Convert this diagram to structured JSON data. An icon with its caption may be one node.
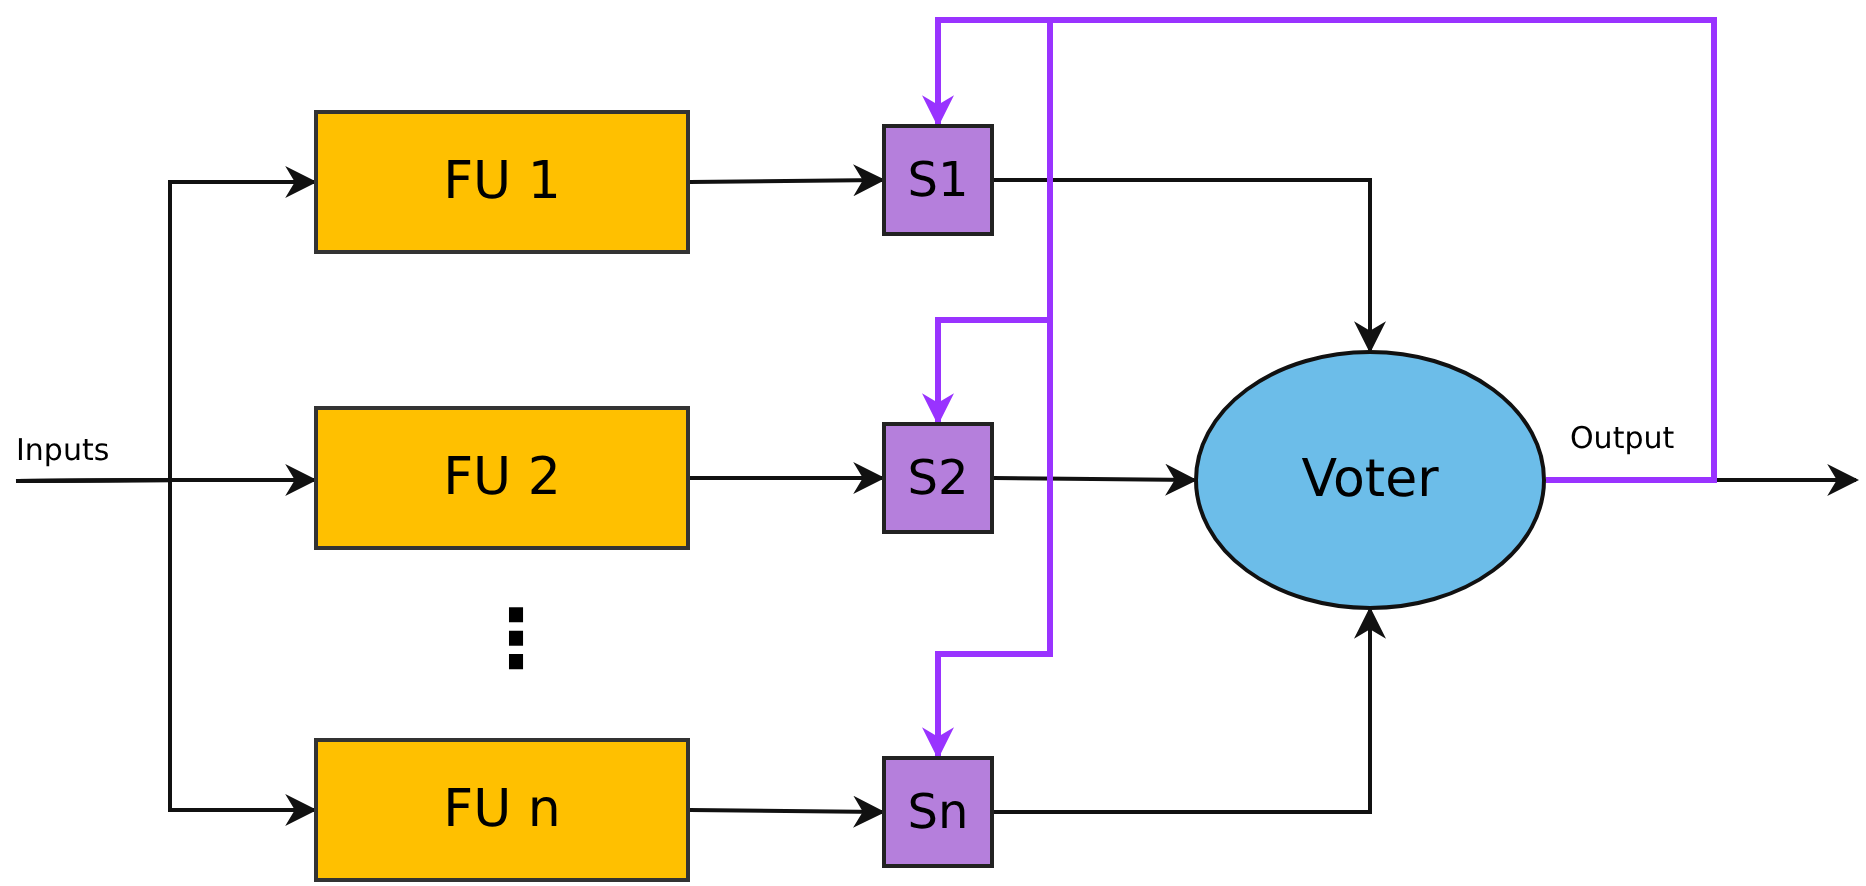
{
  "diagram": {
    "nodes": [
      {
        "text": [
          "Inputs"
        ]
      },
      {
        "text": [
          "FU 1"
        ]
      },
      {
        "text": [
          "FU 2"
        ]
      },
      {
        "text": [
          "FU n"
        ]
      },
      {
        "text": [
          "S1"
        ]
      },
      {
        "text": [
          "S2"
        ]
      },
      {
        "text": [
          "Sn"
        ]
      },
      {
        "text": [
          "Voter"
        ]
      }
    ],
    "edges": [
      {
        "from": 0,
        "to": 1,
        "arrow": "to"
      },
      {
        "from": 0,
        "to": 2,
        "arrow": "to"
      },
      {
        "from": 0,
        "to": 3,
        "arrow": "to"
      },
      {
        "from": 1,
        "to": 4,
        "arrow": "to"
      },
      {
        "from": 2,
        "to": 5,
        "arrow": "to"
      },
      {
        "from": 3,
        "to": 6,
        "arrow": "to"
      },
      {
        "from": 4,
        "to": 7,
        "arrow": "to"
      },
      {
        "from": 5,
        "to": 7,
        "arrow": "to"
      },
      {
        "from": 6,
        "to": 7,
        "arrow": "to"
      },
      {
        "from": 7,
        "to": null,
        "arrow": "to",
        "label": "Output"
      },
      {
        "from": 7,
        "to": 4,
        "arrow": "to",
        "color": "#9933ff"
      },
      {
        "from": 7,
        "to": 5,
        "arrow": "to",
        "color": "#9933ff"
      },
      {
        "from": 7,
        "to": 6,
        "arrow": "to",
        "color": "#9933ff"
      }
    ],
    "labels": [
      "⋮"
    ]
  }
}
